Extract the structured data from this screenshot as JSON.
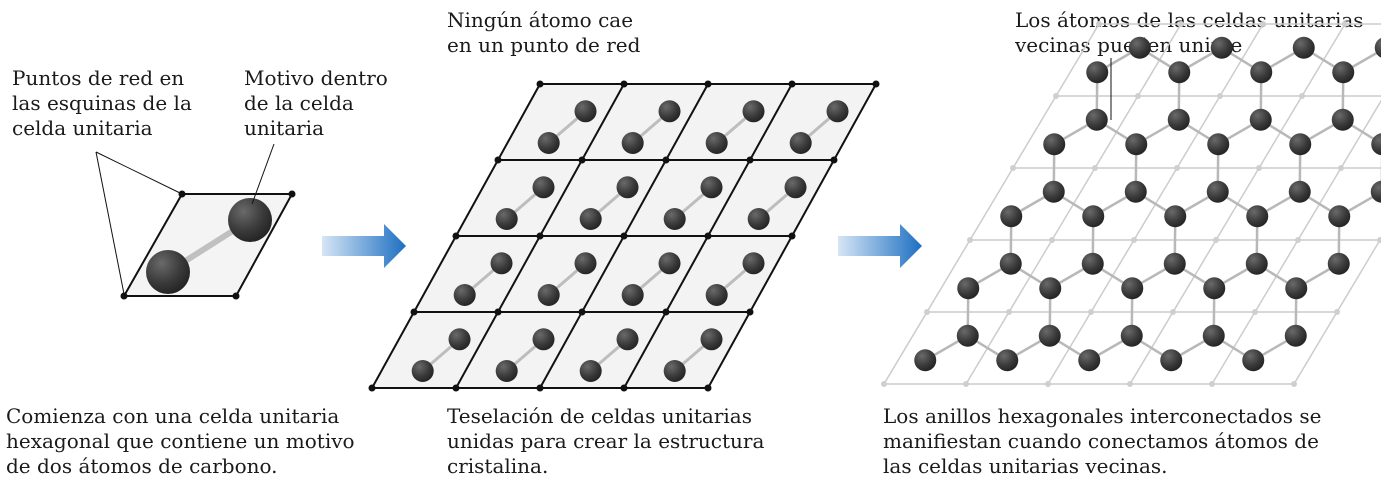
{
  "panel1": {
    "label_lattice_points": [
      "Puntos de red en",
      "las esquinas de la",
      "celda unitaria"
    ],
    "label_motif": [
      "Motivo dentro",
      "de la celda",
      "unitaria"
    ],
    "caption": [
      "Comienza con una celda unitaria",
      "hexagonal que contiene un motivo",
      "de dos átomos de carbono."
    ]
  },
  "panel2": {
    "label_top": [
      "Ningún átomo cae",
      "en un punto de red"
    ],
    "caption": [
      "Teselación de celdas unitarias",
      "unidas para crear la estructura",
      "cristalina."
    ]
  },
  "panel3": {
    "label_top": [
      "Los átomos de las celdas unitarias",
      "vecinas pueden unirse"
    ],
    "caption": [
      "Los anillos hexagonales interconectados se",
      "manifiestan cuando conectamos átomos de",
      "las celdas unitarias vecinas."
    ]
  },
  "colors": {
    "arrow_start": "#d6e6f5",
    "arrow_end": "#1d6fc2",
    "atom": "#3a3a3a",
    "lattice": "#111111",
    "faint_lattice": "#c8c8c8",
    "bond": "#b0b0b0"
  }
}
